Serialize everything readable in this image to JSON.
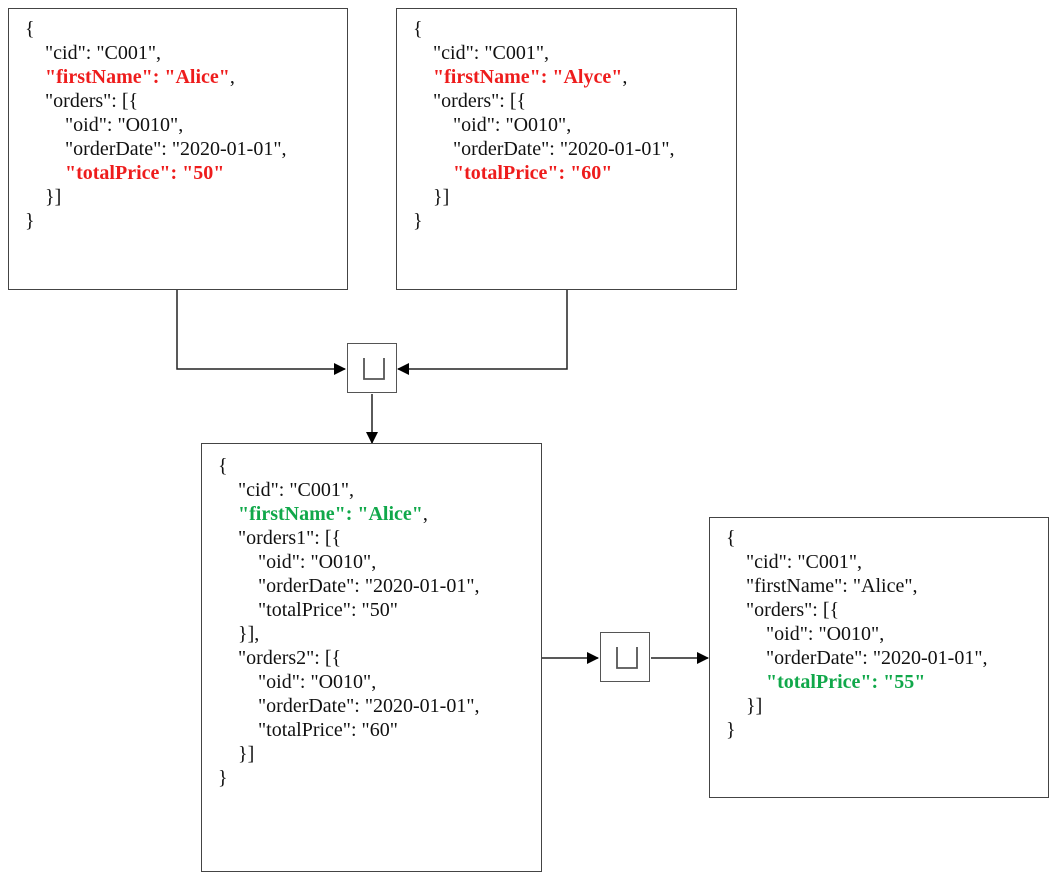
{
  "diagram": {
    "operator_symbol": "union-icon",
    "colors": {
      "conflict": "#ee1c1c",
      "resolved": "#10a84a",
      "text": "#111111",
      "border": "#444444"
    },
    "doc_a": {
      "lines": [
        {
          "indent": 0,
          "text": "{",
          "style": "normal"
        },
        {
          "indent": 1,
          "text": "\"cid\": \"C001\",",
          "style": "normal"
        },
        {
          "indent": 1,
          "text": "\"firstName\": \"Alice\"",
          "suffix": ",",
          "style": "red"
        },
        {
          "indent": 1,
          "text": "\"orders\": [{",
          "style": "normal"
        },
        {
          "indent": 2,
          "text": "\"oid\": \"O010\",",
          "style": "normal"
        },
        {
          "indent": 2,
          "text": "\"orderDate\": \"2020-01-01\",",
          "style": "normal"
        },
        {
          "indent": 2,
          "text": "\"totalPrice\": \"50\"",
          "style": "red"
        },
        {
          "indent": 1,
          "text": "}]",
          "style": "normal"
        },
        {
          "indent": 0,
          "text": "}",
          "style": "normal"
        }
      ]
    },
    "doc_b": {
      "lines": [
        {
          "indent": 0,
          "text": "{",
          "style": "normal"
        },
        {
          "indent": 1,
          "text": "\"cid\": \"C001\",",
          "style": "normal"
        },
        {
          "indent": 1,
          "text": "\"firstName\": \"Alyce\"",
          "suffix": ",",
          "style": "red"
        },
        {
          "indent": 1,
          "text": "\"orders\": [{",
          "style": "normal"
        },
        {
          "indent": 2,
          "text": "\"oid\": \"O010\",",
          "style": "normal"
        },
        {
          "indent": 2,
          "text": "\"orderDate\": \"2020-01-01\",",
          "style": "normal"
        },
        {
          "indent": 2,
          "text": "\"totalPrice\": \"60\"",
          "style": "red"
        },
        {
          "indent": 1,
          "text": "}]",
          "style": "normal"
        },
        {
          "indent": 0,
          "text": "}",
          "style": "normal"
        }
      ]
    },
    "doc_merged": {
      "lines": [
        {
          "indent": 0,
          "text": "{",
          "style": "normal"
        },
        {
          "indent": 1,
          "text": "\"cid\": \"C001\",",
          "style": "normal"
        },
        {
          "indent": 1,
          "text": "\"firstName\": \"Alice\"",
          "suffix": ",",
          "style": "green"
        },
        {
          "indent": 1,
          "text": "\"orders1\": [{",
          "style": "normal"
        },
        {
          "indent": 2,
          "text": "\"oid\": \"O010\",",
          "style": "normal"
        },
        {
          "indent": 2,
          "text": "\"orderDate\": \"2020-01-01\",",
          "style": "normal"
        },
        {
          "indent": 2,
          "text": "\"totalPrice\": \"50\"",
          "style": "normal"
        },
        {
          "indent": 1,
          "text": "}],",
          "style": "normal"
        },
        {
          "indent": 1,
          "text": "\"orders2\": [{",
          "style": "normal"
        },
        {
          "indent": 2,
          "text": "\"oid\": \"O010\",",
          "style": "normal"
        },
        {
          "indent": 2,
          "text": "\"orderDate\": \"2020-01-01\",",
          "style": "normal"
        },
        {
          "indent": 2,
          "text": "\"totalPrice\": \"60\"",
          "style": "normal"
        },
        {
          "indent": 1,
          "text": "}]",
          "style": "normal"
        },
        {
          "indent": 0,
          "text": "}",
          "style": "normal"
        }
      ]
    },
    "doc_final": {
      "lines": [
        {
          "indent": 0,
          "text": "{",
          "style": "normal"
        },
        {
          "indent": 1,
          "text": "\"cid\": \"C001\",",
          "style": "normal"
        },
        {
          "indent": 1,
          "text": "\"firstName\": \"Alice\",",
          "style": "normal"
        },
        {
          "indent": 1,
          "text": "\"orders\": [{",
          "style": "normal"
        },
        {
          "indent": 2,
          "text": "\"oid\": \"O010\",",
          "style": "normal"
        },
        {
          "indent": 2,
          "text": "\"orderDate\": \"2020-01-01\",",
          "style": "normal"
        },
        {
          "indent": 2,
          "text": "\"totalPrice\": \"55\"",
          "style": "green"
        },
        {
          "indent": 1,
          "text": "}]",
          "style": "normal"
        },
        {
          "indent": 0,
          "text": "}",
          "style": "normal"
        }
      ]
    }
  }
}
